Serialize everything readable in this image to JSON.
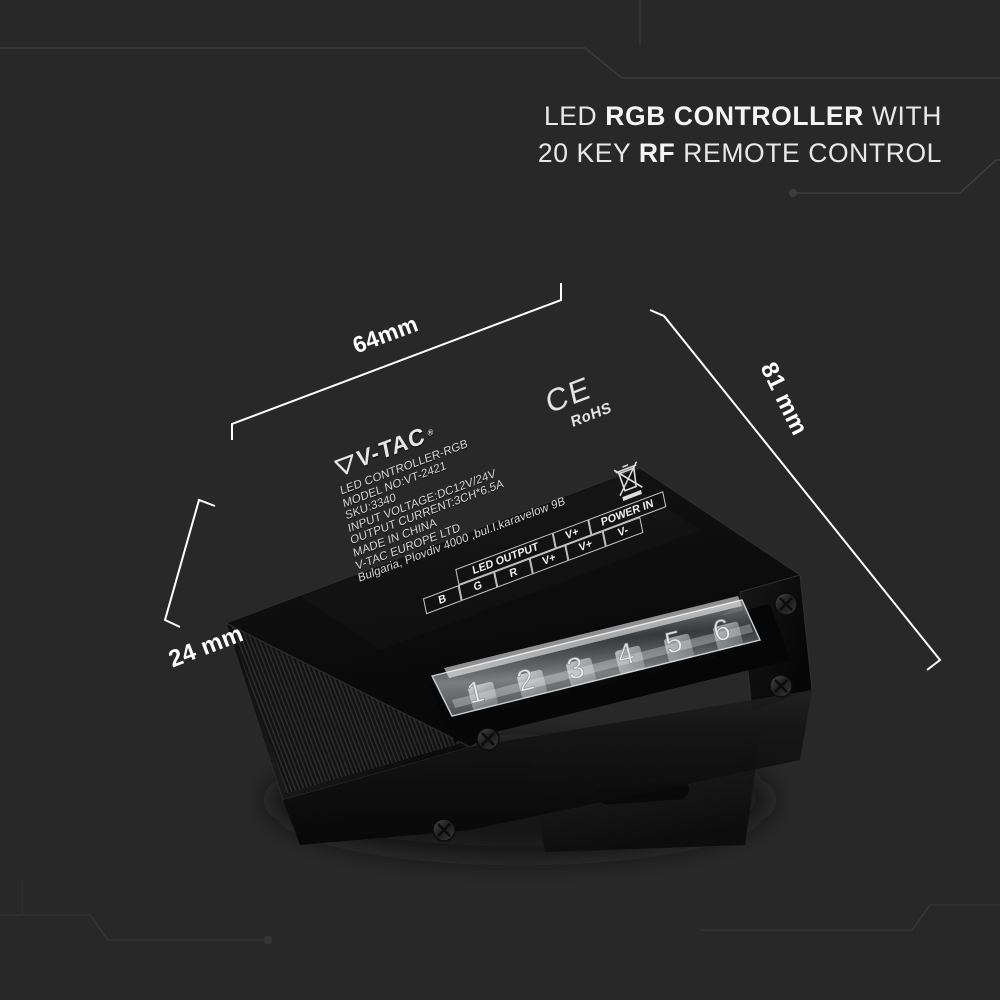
{
  "page": {
    "background_color": "#282828",
    "accent_text_color": "#e9e9ea"
  },
  "headline": {
    "line1_pre": "LED ",
    "line1_bold": "RGB CONTROLLER",
    "line1_post": " WITH",
    "line2_pre": "20 KEY ",
    "line2_bold": "RF",
    "line2_post": " REMOTE CONTROL",
    "line1_full": "LED RGB CONTROLLER WITH",
    "line2_full": "20 KEY RF REMOTE CONTROL"
  },
  "dimensions": {
    "width": "64mm",
    "length": "81 mm",
    "height": "24 mm"
  },
  "product_label": {
    "brand": "V-TAC",
    "brand_registered": "®",
    "lines": [
      "LED CONTROLLER-RGB",
      "MODEL NO:VT-2421",
      "SKU:3340",
      "INPUT VOLTAGE:DC12V/24V",
      "OUTPUT CURRENT:3CH*6.5A",
      "MADE IN CHINA",
      "V-TAC EUROPE LTD",
      "Bulgaria, Plovdiv 4000 ,bul.I.karavelow 9B"
    ],
    "model_no": "MODEL NO:VT-2421",
    "sku": "SKU:3340",
    "input_voltage": "INPUT VOLTAGE:DC12V/24V",
    "output_current": "OUTPUT CURRENT:3CH*6.5A",
    "origin": "MADE IN CHINA",
    "company": "V-TAC EUROPE LTD",
    "address": "Bulgaria, Plovdiv 4000 ,bul.I.karavelow 9B",
    "ce_mark": "CE",
    "rohs_mark": "RoHS",
    "weee_symbol": "crossed-out-wheelie-bin"
  },
  "terminal_block": {
    "group_led_output": "LED OUTPUT",
    "group_power_in": "POWER IN",
    "led_output_terminals": [
      "B",
      "G",
      "R",
      "V+"
    ],
    "power_in_terminals": [
      "V+",
      "V-"
    ],
    "numbers": [
      "1",
      "2",
      "3",
      "4",
      "5",
      "6"
    ]
  }
}
